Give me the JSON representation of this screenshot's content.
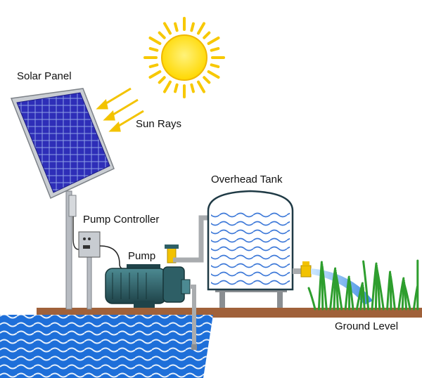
{
  "labels": {
    "solar_panel": "Solar Panel",
    "sun_rays": "Sun Rays",
    "pump_controller": "Pump Controller",
    "pump": "Pump",
    "overhead_tank": "Overhead Tank",
    "ground_level": "Ground Level"
  },
  "colors": {
    "sun": "#FFE000",
    "sun_rays": "#F3C300",
    "panel_cell": "#2E2EB8",
    "panel_frame": "#C9CDD2",
    "pole": "#B8BCC2",
    "pump_body": "#2E5F66",
    "pipe": "#A9ACAF",
    "valve": "#F2C200",
    "water": "#1E6FD9",
    "ground": "#A0613A",
    "grass": "#2E9E2E",
    "tank_outline": "#1F3A45"
  },
  "icons": [
    "sun-icon",
    "solar-panel-icon",
    "pump-icon",
    "tank-icon",
    "valve-icon",
    "grass-icon"
  ]
}
